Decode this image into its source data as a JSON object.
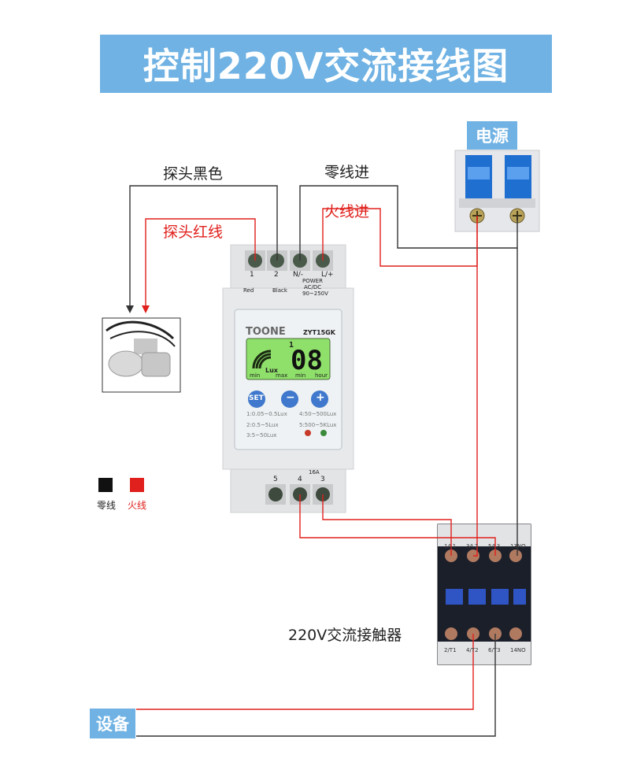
{
  "title": "控制220V交流接线图",
  "labels": {
    "power_source": "电源",
    "probe_black": "探头黑色",
    "probe_red": "探头红线",
    "neutral_in": "零线进",
    "live_in": "火线进",
    "contactor": "220V交流接触器",
    "device": "设备"
  },
  "legend": {
    "neutral": {
      "label": "零线",
      "color": "#111111"
    },
    "live": {
      "label": "火线",
      "color": "#e0201c"
    }
  },
  "timer": {
    "brand": "TOONE",
    "model": "ZYT15GK",
    "terminals_top": [
      "1",
      "2",
      "N/-",
      "L/+"
    ],
    "probe_labels": [
      "Red",
      "Black"
    ],
    "power_label": "POWER",
    "power_spec": "AC/DC",
    "power_range": "90~250V",
    "display_index": "1",
    "display_value": "08",
    "display_lux": "Lux",
    "display_min": "min",
    "display_max": "max",
    "display_min2": "min",
    "display_hour": "hour",
    "btn_set": "SET",
    "btn_minus": "−",
    "btn_plus": "+",
    "ranges": [
      "1:0.05~0.5Lux",
      "4:50~500Lux",
      "2:0.5~5Lux",
      "5:500~5KLux",
      "3:5~50Lux"
    ],
    "terminals_bottom": [
      "5",
      "4",
      "3"
    ],
    "relay_rating": "16A"
  },
  "contactor_terminals": {
    "top": [
      "1/L1",
      "3/L2",
      "5/L3",
      "13NO"
    ],
    "bottom": [
      "2/T1",
      "4/T2",
      "6/T3",
      "14NO"
    ]
  },
  "colors": {
    "accent": "#6fb2e3",
    "live": "#e0201c",
    "neutral": "#111111"
  }
}
